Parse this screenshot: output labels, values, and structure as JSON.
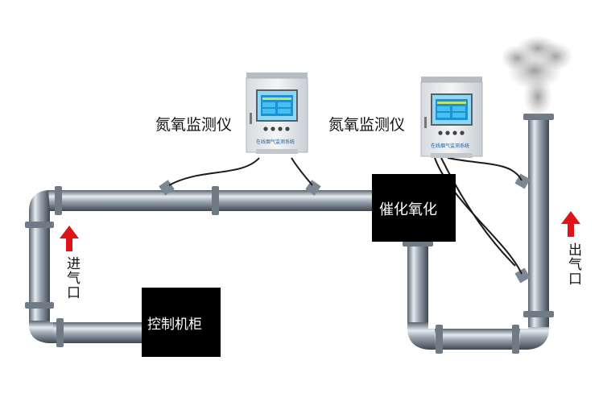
{
  "labels": {
    "analyzer_1": "氮氧监测仪",
    "analyzer_2": "氮氧监测仪",
    "control_cabinet": "控制机柜",
    "catalytic_oxidation": "催化氧化",
    "inlet": "进气口",
    "outlet": "出气口",
    "analyzer_panel_title_1": "在线烟气监测系统",
    "analyzer_panel_title_2": "在线烟气监测系统"
  },
  "colors": {
    "pipe_light": "#e3e9ef",
    "pipe_mid": "#8e99a4",
    "pipe_dark": "#4a545e",
    "box": "#000000",
    "arrow": "#e0131a",
    "cabinet_body": "#eef0f2",
    "screen": "#1f8fd6"
  }
}
